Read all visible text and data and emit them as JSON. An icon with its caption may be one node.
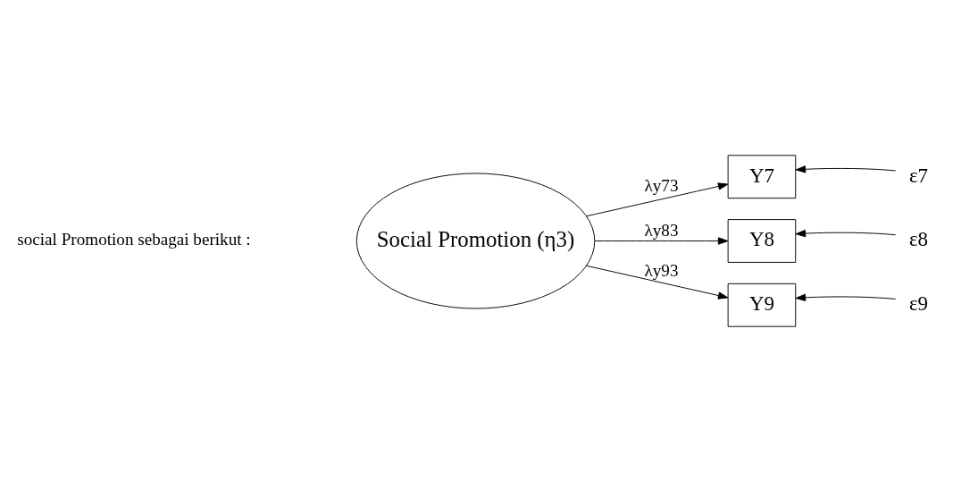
{
  "diagram": {
    "nodes": [
      {
        "text": [
          "Social Promotion (η3)"
        ]
      },
      {
        "text": [
          "Y7"
        ]
      },
      {
        "text": [
          "Y8"
        ]
      },
      {
        "text": [
          "Y9"
        ]
      },
      {
        "text": [
          "ε7"
        ]
      },
      {
        "text": [
          "ε8"
        ]
      },
      {
        "text": [
          "ε9"
        ]
      }
    ],
    "edges": [
      {
        "from": 0,
        "to": 1,
        "arrow": "to",
        "label": "λy73"
      },
      {
        "from": 0,
        "to": 2,
        "arrow": "to",
        "label": "λy83"
      },
      {
        "from": 0,
        "to": 3,
        "arrow": "to",
        "label": "λy93"
      },
      {
        "from": 4,
        "to": 1,
        "arrow": "to"
      },
      {
        "from": 5,
        "to": 2,
        "arrow": "to"
      },
      {
        "from": 6,
        "to": 3,
        "arrow": "to"
      }
    ],
    "labels": [
      "social Promotion sebagai berikut :"
    ]
  }
}
